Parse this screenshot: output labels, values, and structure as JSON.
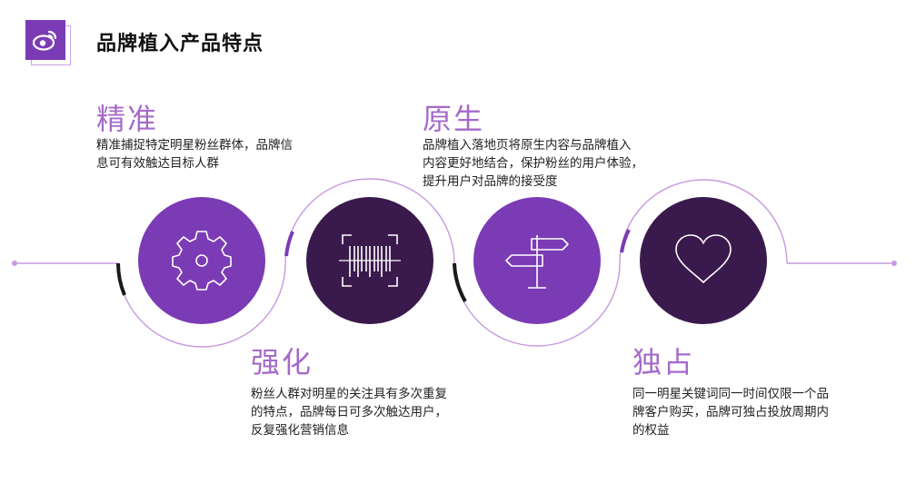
{
  "header": {
    "title": "品牌植入产品特点",
    "logo_icon": "weibo-logo-icon"
  },
  "features": [
    {
      "title": "精准",
      "desc_lines": [
        "精准捕捉特定明星粉丝群体，品牌信",
        "息可有效触达目标人群"
      ],
      "icon": "gear-icon"
    },
    {
      "title": "强化",
      "desc_lines": [
        "粉丝人群对明星的关注具有多次重复",
        "的特点，品牌每日可多次触达用户，",
        "反复强化营销信息"
      ],
      "icon": "barcode-scan-icon"
    },
    {
      "title": "原生",
      "desc_lines": [
        "品牌植入落地页将原生内容与品牌植入",
        "内容更好地结合，保护粉丝的用户体验，",
        "提升用户对品牌的接受度"
      ],
      "icon": "signpost-icon"
    },
    {
      "title": "独占",
      "desc_lines": [
        "同一明星关键词同一时间仅限一个品",
        "牌客户购买，品牌可独占投放周期内",
        "的权益"
      ],
      "icon": "heart-icon"
    }
  ],
  "colors": {
    "accent_purple": "#7b3bb5",
    "dark_purple": "#3a1a4d",
    "light_purple_text": "#a56ac9",
    "line_purple": "#c79ae0"
  }
}
